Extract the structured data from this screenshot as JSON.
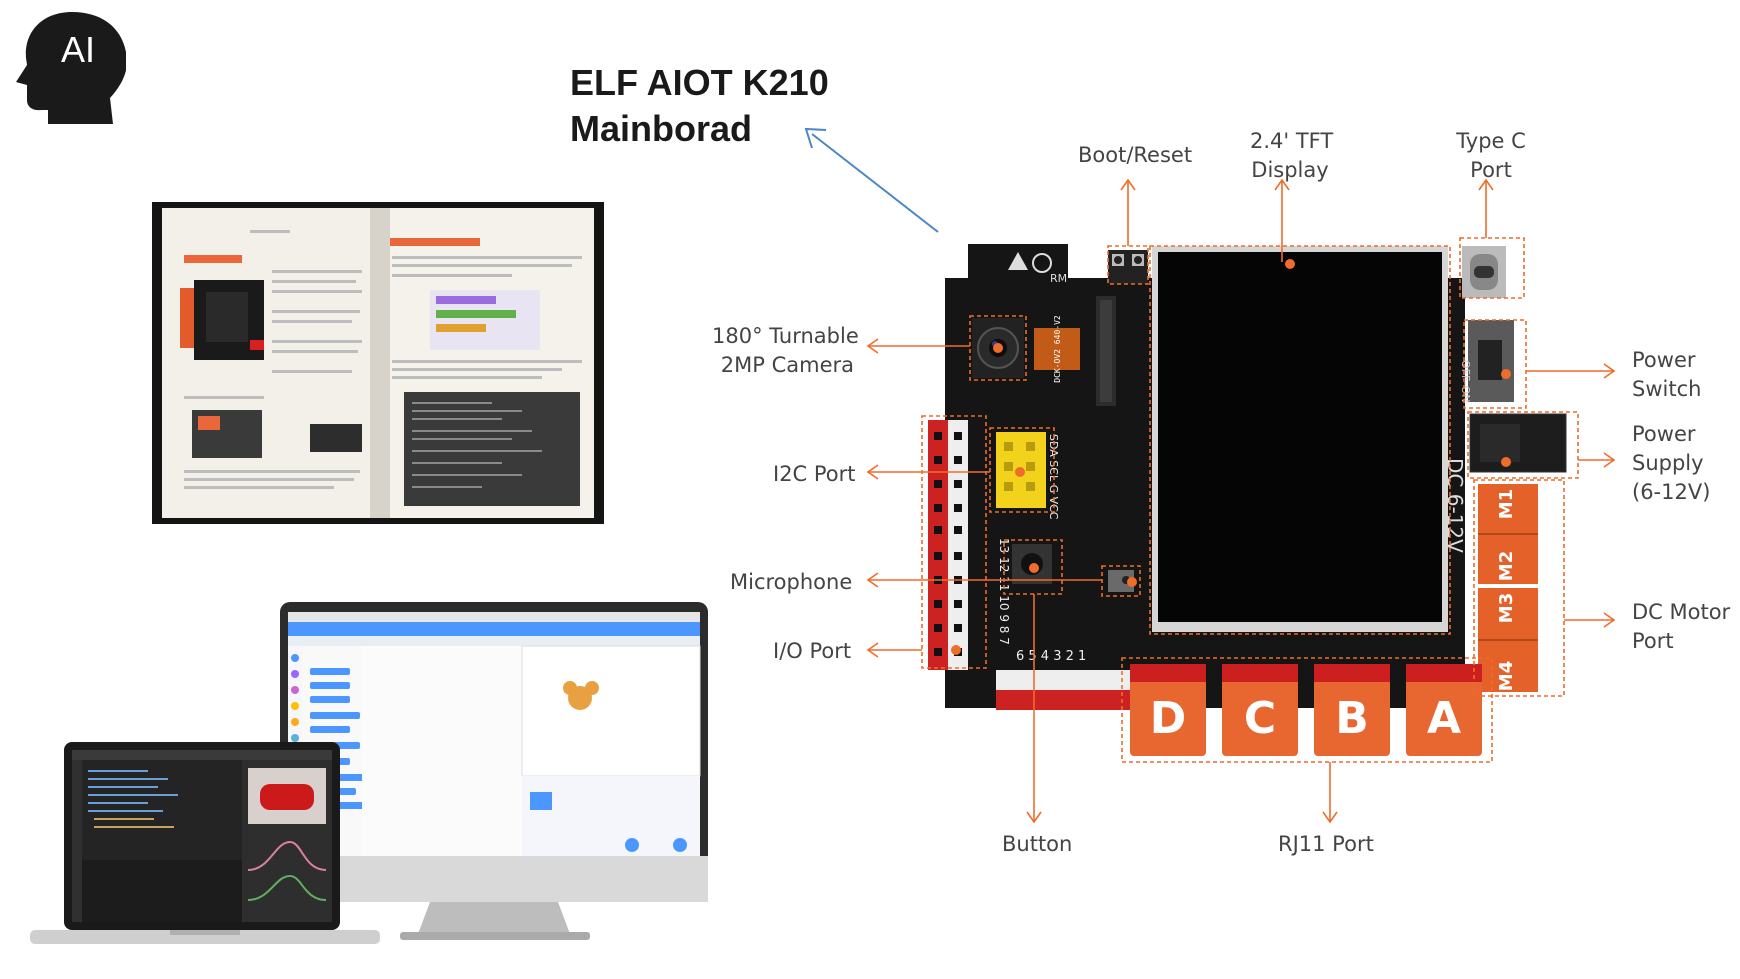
{
  "brand": {
    "badge_text": "AI"
  },
  "title": {
    "line1": "ELF AIOT K210",
    "line2": "Mainborad"
  },
  "board": {
    "silk_logo": "RM",
    "camera_model": "DCK-OV2 640-V2",
    "dc_input": "DC 6-12V",
    "power_text": "OFF-ON",
    "header_labels": "SDA SCL G VCC",
    "pin_numbers": "13 12 11 10 9 8 7",
    "bottom_pins": "6 5 4 3 2 1",
    "rj11_keys": [
      "D",
      "C",
      "B",
      "A"
    ],
    "motor_labels": [
      "M1",
      "M2",
      "M3",
      "M4"
    ]
  },
  "labels": {
    "boot_reset": "Boot/Reset",
    "tft": {
      "line1": "2.4' TFT",
      "line2": "Display"
    },
    "typec": {
      "line1": "Type C",
      "line2": "Port"
    },
    "camera": {
      "line1": "180° Turnable",
      "line2": "2MP Camera"
    },
    "i2c": "I2C Port",
    "microphone": "Microphone",
    "io": "I/O Port",
    "power_switch": {
      "line1": "Power",
      "line2": "Switch"
    },
    "power_supply": {
      "line1": "Power",
      "line2": "Supply",
      "line3": "(6-12V)"
    },
    "dc_motor": {
      "line1": "DC Motor",
      "line2": "Port"
    },
    "button": "Button",
    "rj11": "RJ11 Port"
  },
  "colors": {
    "callout": "#ef6c2a",
    "title_arrow": "#4a86c8",
    "board": "#151515"
  }
}
